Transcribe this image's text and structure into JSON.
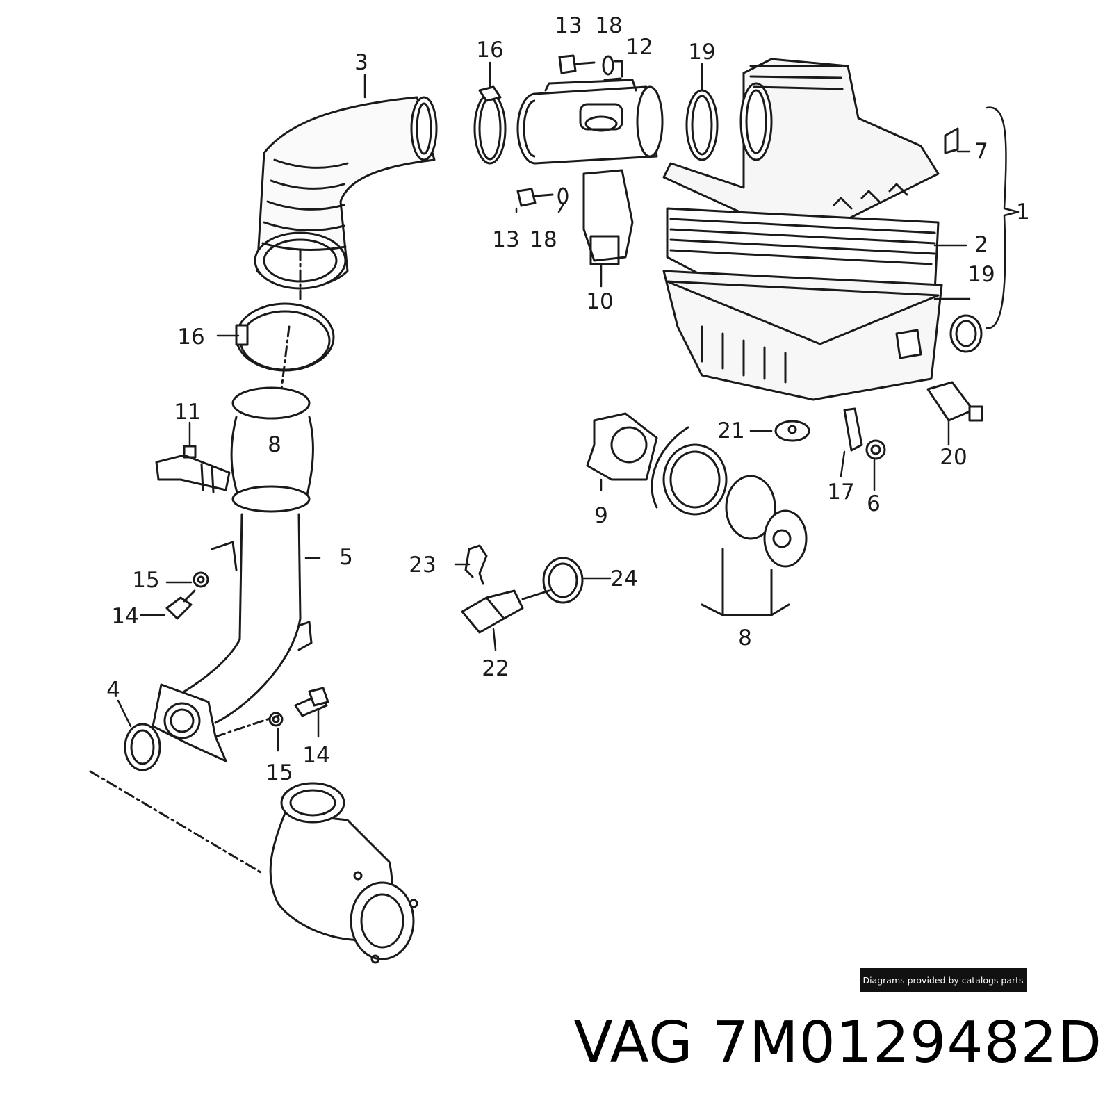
{
  "diagram": {
    "callouts": {
      "c1": "1",
      "c2": "2",
      "c3": "3",
      "c4": "4",
      "c5": "5",
      "c6": "6",
      "c7": "7",
      "c8a": "8",
      "c8b": "8",
      "c9": "9",
      "c10": "10",
      "c11": "11",
      "c12": "12",
      "c13a": "13",
      "c13b": "13",
      "c14a": "14",
      "c14b": "14",
      "c15a": "15",
      "c15b": "15",
      "c16a": "16",
      "c16b": "16",
      "c17": "17",
      "c18a": "18",
      "c18b": "18",
      "c19a": "19",
      "c19b": "19",
      "c20": "20",
      "c21": "21",
      "c22": "22",
      "c23": "23",
      "c24": "24"
    }
  },
  "credit": {
    "text": "Diagrams provided by catalogs parts"
  },
  "part": {
    "brand": "VAG",
    "number": "7M0129482D"
  }
}
